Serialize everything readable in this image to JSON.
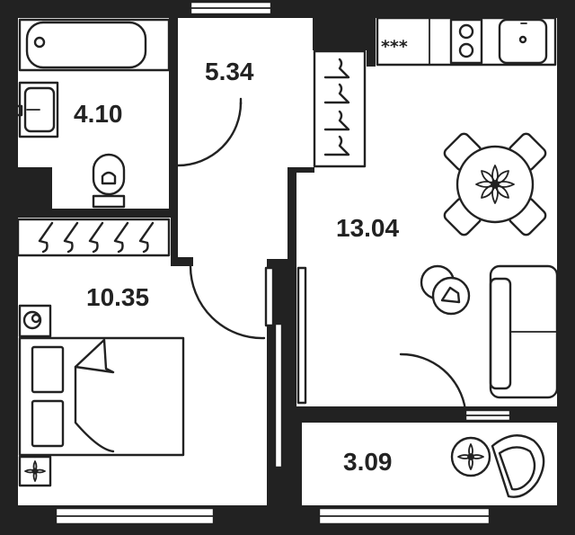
{
  "plan": {
    "rooms": [
      {
        "id": "bathroom",
        "area": "4.10"
      },
      {
        "id": "hallway",
        "area": "5.34"
      },
      {
        "id": "bedroom",
        "area": "10.35"
      },
      {
        "id": "kitchen-living",
        "area": "13.04"
      },
      {
        "id": "balcony",
        "area": "3.09"
      }
    ],
    "stove_symbol": "***"
  },
  "colors": {
    "wall": "#222222",
    "floor": "#ffffff",
    "ink": "#222222"
  },
  "icons": [
    "bathtub-icon",
    "sink-icon",
    "toilet-icon",
    "hanger-icon",
    "bed-icon",
    "pillow-icon",
    "flower-icon",
    "dining-table-icon",
    "chair-icon",
    "sofa-icon",
    "armchair-icon",
    "coffee-table-icon",
    "stove-icon",
    "kitchen-sink-icon",
    "door-swing-icon",
    "window-icon"
  ]
}
